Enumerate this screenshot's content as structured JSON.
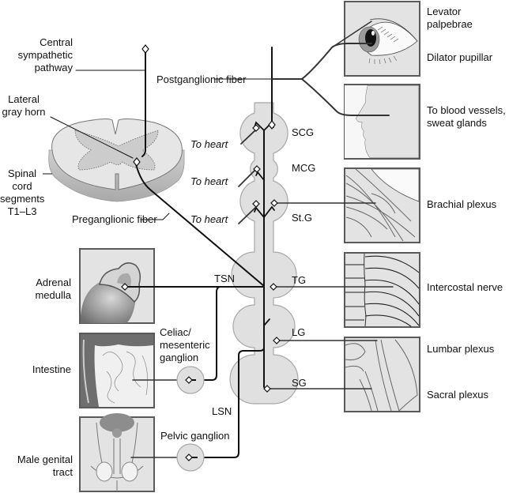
{
  "diagram": {
    "title": "Sympathetic nervous system pathways",
    "labels": {
      "central_pathway": "Central\nsympathetic\npathway",
      "lateral_gray_horn": "Lateral\ngray horn",
      "spinal_cord": "Spinal\ncord\nsegments\nT1–L3",
      "preganglionic": "Preganglionic fiber",
      "postganglionic": "Postganglionic fiber",
      "to_heart": "To heart",
      "tsn": "TSN",
      "lsn": "LSN",
      "celiac": "Celiac/\nmesenteric\nganglion",
      "pelvic": "Pelvic ganglion"
    },
    "ganglia": [
      {
        "id": "scg",
        "label": "SCG"
      },
      {
        "id": "mcg",
        "label": "MCG"
      },
      {
        "id": "stg",
        "label": "St.G"
      },
      {
        "id": "tg",
        "label": "TG"
      },
      {
        "id": "lg",
        "label": "LG"
      },
      {
        "id": "sg",
        "label": "SG"
      }
    ],
    "targets_right": [
      {
        "id": "levator",
        "label": "Levator\npalpebrae"
      },
      {
        "id": "dilator",
        "label": "Dilator pupillar"
      },
      {
        "id": "vessels",
        "label": "To blood vessels,\nsweat glands"
      },
      {
        "id": "brachial",
        "label": "Brachial plexus"
      },
      {
        "id": "intercostal",
        "label": "Intercostal nerve"
      },
      {
        "id": "lumbar",
        "label": "Lumbar plexus"
      },
      {
        "id": "sacral",
        "label": "Sacral plexus"
      }
    ],
    "targets_left": [
      {
        "id": "adrenal",
        "label": "Adrenal\nmedulla"
      },
      {
        "id": "intestine",
        "label": "Intestine"
      },
      {
        "id": "genital",
        "label": "Male genital\ntract"
      }
    ],
    "colors": {
      "panel_fill": "#e3e3e3",
      "panel_border": "#5a5a5a",
      "chain_fill": "#e0e0e0",
      "chain_stroke": "#a8a8a8",
      "nerve": "#111111",
      "post_nerve": "#333333"
    }
  }
}
